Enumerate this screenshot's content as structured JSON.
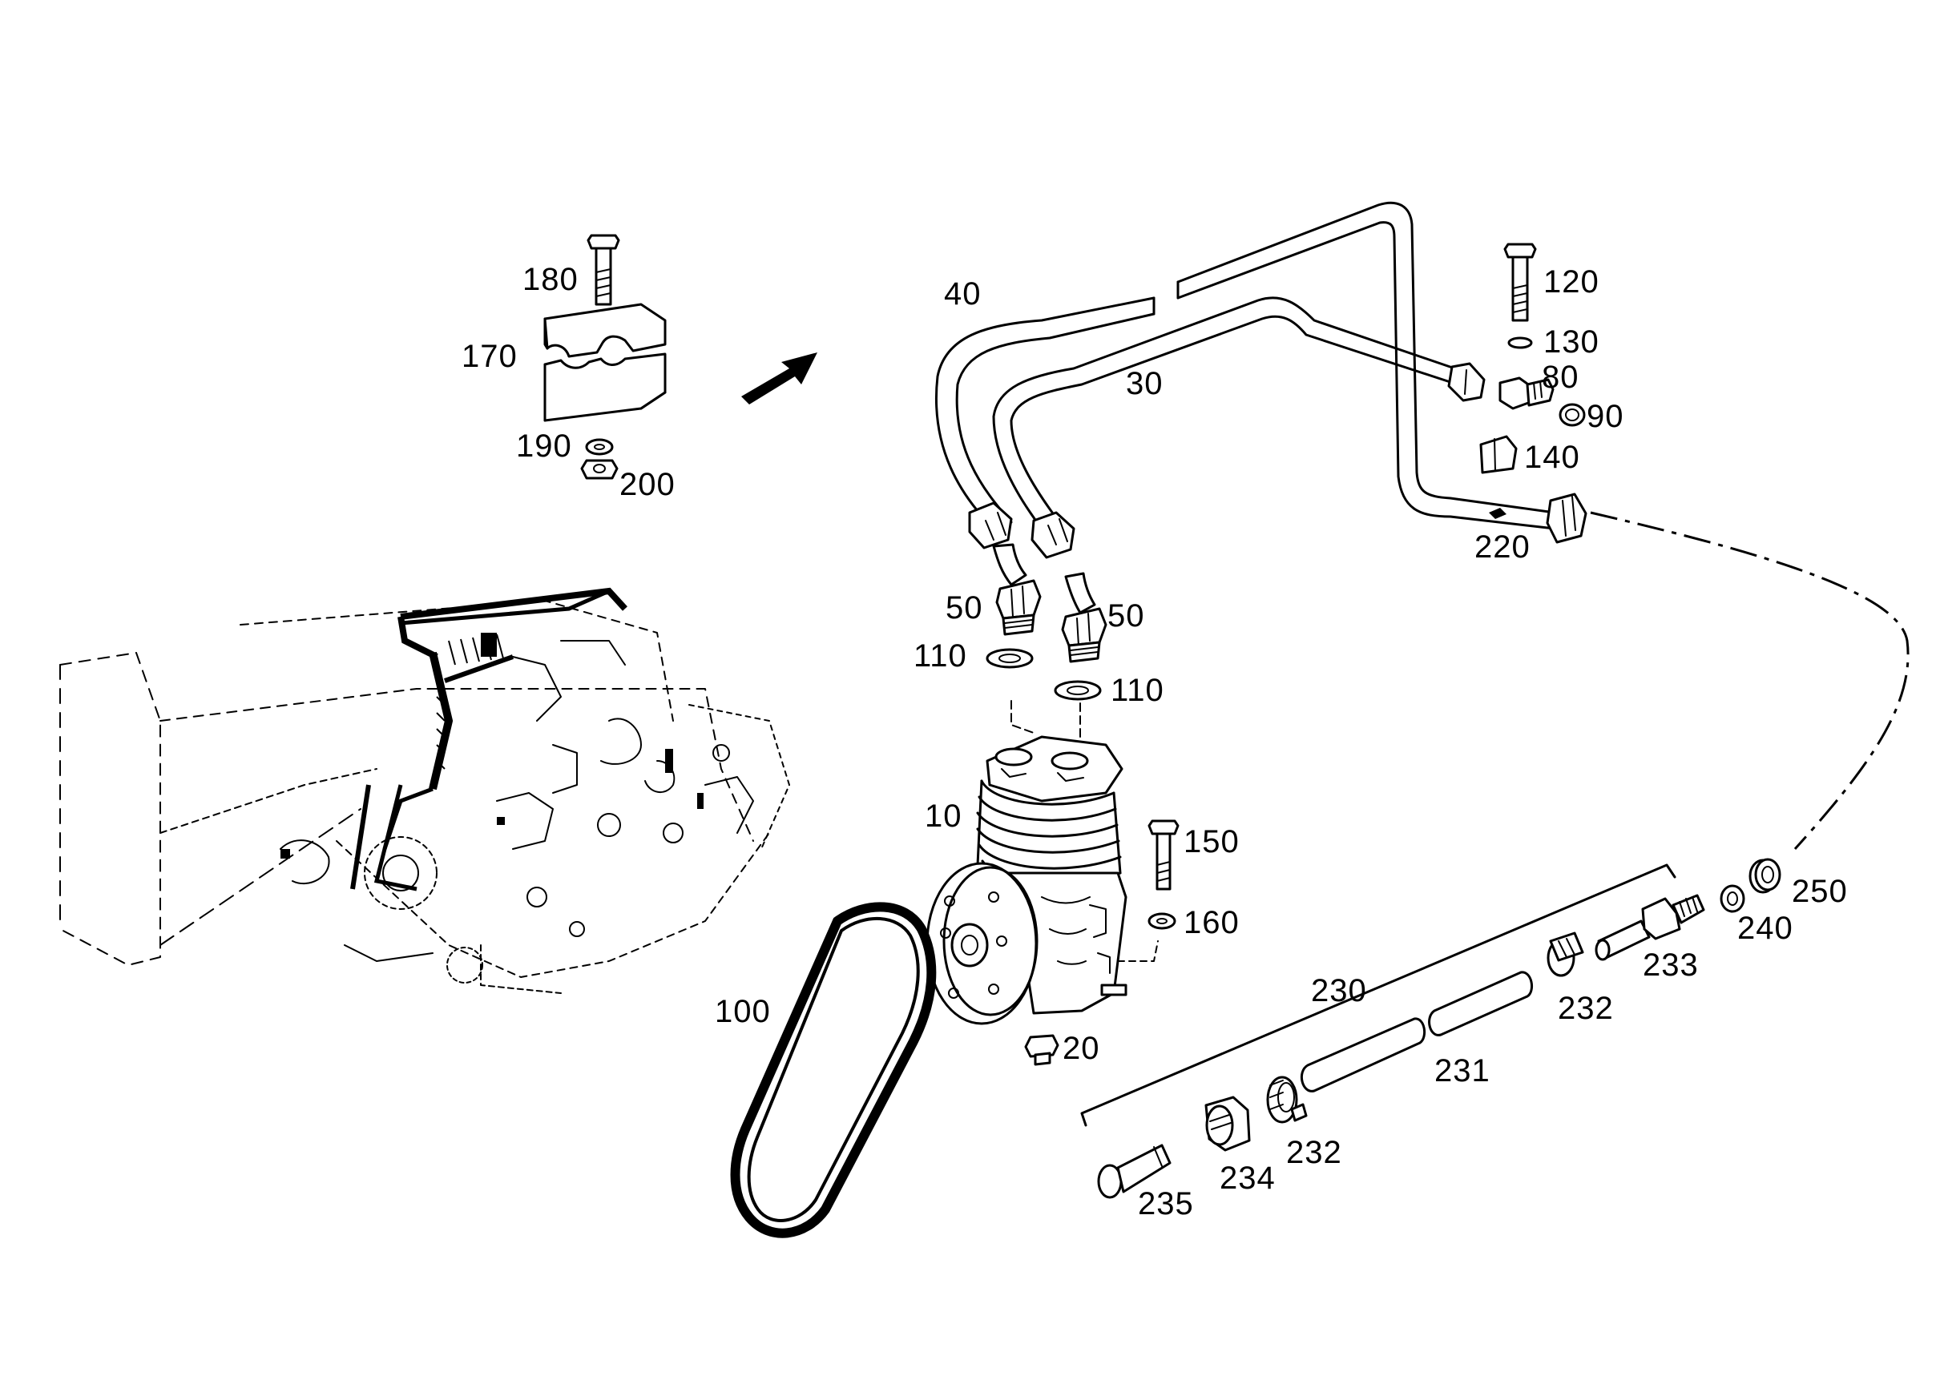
{
  "parts": [
    {
      "id": "callout-10",
      "label": "10"
    },
    {
      "id": "callout-20",
      "label": "20"
    },
    {
      "id": "callout-30",
      "label": "30"
    },
    {
      "id": "callout-40",
      "label": "40"
    },
    {
      "id": "callout-50a",
      "label": "50"
    },
    {
      "id": "callout-50b",
      "label": "50"
    },
    {
      "id": "callout-80",
      "label": "80"
    },
    {
      "id": "callout-90",
      "label": "90"
    },
    {
      "id": "callout-100",
      "label": "100"
    },
    {
      "id": "callout-110a",
      "label": "110"
    },
    {
      "id": "callout-110b",
      "label": "110"
    },
    {
      "id": "callout-120",
      "label": "120"
    },
    {
      "id": "callout-130",
      "label": "130"
    },
    {
      "id": "callout-140",
      "label": "140"
    },
    {
      "id": "callout-150",
      "label": "150"
    },
    {
      "id": "callout-160",
      "label": "160"
    },
    {
      "id": "callout-170",
      "label": "170"
    },
    {
      "id": "callout-180",
      "label": "180"
    },
    {
      "id": "callout-190",
      "label": "190"
    },
    {
      "id": "callout-200",
      "label": "200"
    },
    {
      "id": "callout-220",
      "label": "220"
    },
    {
      "id": "callout-230",
      "label": "230"
    },
    {
      "id": "callout-231",
      "label": "231"
    },
    {
      "id": "callout-232a",
      "label": "232"
    },
    {
      "id": "callout-232b",
      "label": "232"
    },
    {
      "id": "callout-233",
      "label": "233"
    },
    {
      "id": "callout-234",
      "label": "234"
    },
    {
      "id": "callout-235",
      "label": "235"
    },
    {
      "id": "callout-240",
      "label": "240"
    },
    {
      "id": "callout-250",
      "label": "250"
    }
  ],
  "colors": {
    "line": "#000000",
    "background": "#ffffff"
  }
}
